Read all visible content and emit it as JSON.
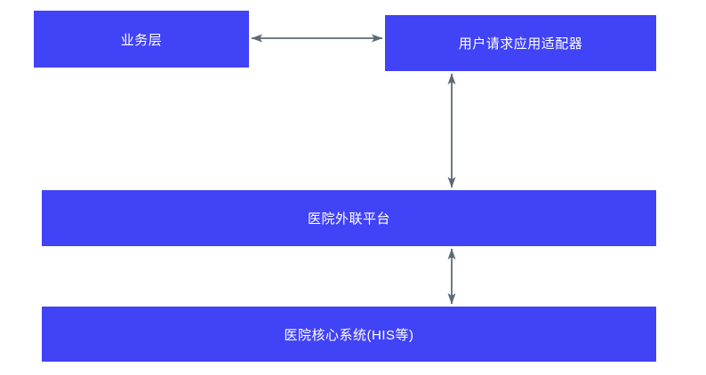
{
  "diagram": {
    "title": "hospital-integration-architecture",
    "colors": {
      "background": "#ffffff",
      "box_bg": "#4143f7",
      "box_text": "#ffffff",
      "arrow": "#5d6a75"
    },
    "nodes": [
      {
        "id": "business-layer",
        "label": "业务层"
      },
      {
        "id": "user-request-adapter",
        "label": "用户请求应用适配器"
      },
      {
        "id": "hospital-external-platform",
        "label": "医院外联平台"
      },
      {
        "id": "hospital-core-system",
        "label": "医院核心系统(HIS等)"
      }
    ],
    "connections": [
      {
        "from": "business-layer",
        "to": "user-request-adapter",
        "direction": "bidirectional",
        "orientation": "horizontal"
      },
      {
        "from": "user-request-adapter",
        "to": "hospital-external-platform",
        "direction": "bidirectional",
        "orientation": "vertical"
      },
      {
        "from": "hospital-external-platform",
        "to": "hospital-core-system",
        "direction": "bidirectional",
        "orientation": "vertical"
      }
    ]
  }
}
